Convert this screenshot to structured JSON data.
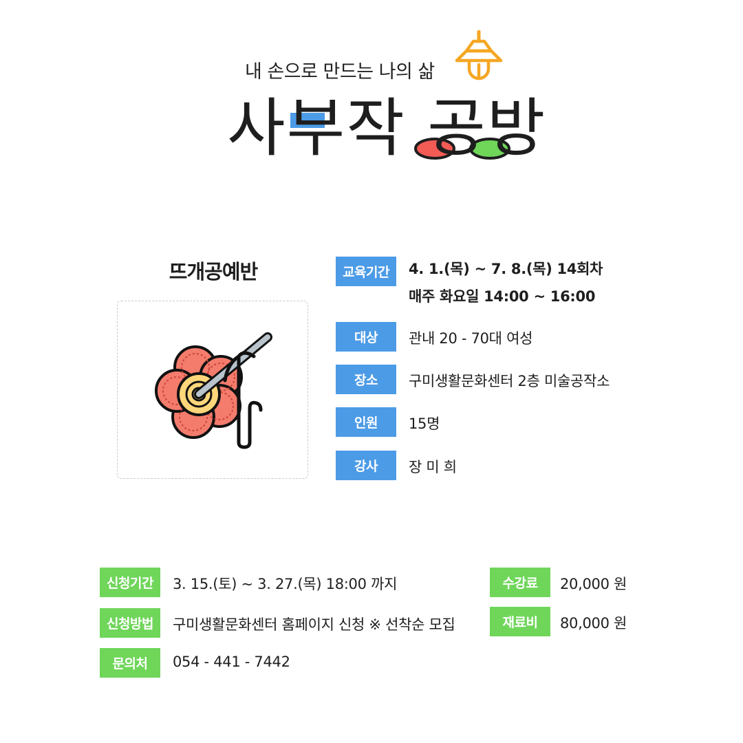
{
  "header": {
    "subtitle": "내 손으로 만드는 나의 삶",
    "title": "사부작 공방",
    "lamp_icon": "lamp-icon",
    "accent_blue": "#4c9be6",
    "accent_red": "#f35b55",
    "accent_green": "#6fd65a",
    "lamp_color": "#f5a623"
  },
  "course": {
    "name": "뜨개공예반",
    "image_icon": "crochet-flower-icon"
  },
  "info": [
    {
      "label": "교육기간",
      "lines": [
        "4. 1.(목) ~ 7. 8.(목) 14회차",
        "매주 화요일 14:00 ~ 16:00"
      ]
    },
    {
      "label": "대상",
      "lines": [
        "관내 20 - 70대 여성"
      ]
    },
    {
      "label": "장소",
      "lines": [
        "구미생활문화센터 2층 미술공작소"
      ]
    },
    {
      "label": "인원",
      "lines": [
        "15명"
      ]
    },
    {
      "label": "강사",
      "lines": [
        "장 미 희"
      ]
    }
  ],
  "application": [
    {
      "label": "신청기간",
      "value": "3. 15.(토) ~ 3. 27.(목) 18:00 까지"
    },
    {
      "label": "신청방법",
      "value": "구미생활문화센터 홈페이지 신청 ※ 선착순 모집"
    },
    {
      "label": "문의처",
      "value": "054 - 441 - 7442"
    }
  ],
  "fees": [
    {
      "label": "수강료",
      "value": "20,000 원"
    },
    {
      "label": "재료비",
      "value": "80,000 원"
    }
  ]
}
